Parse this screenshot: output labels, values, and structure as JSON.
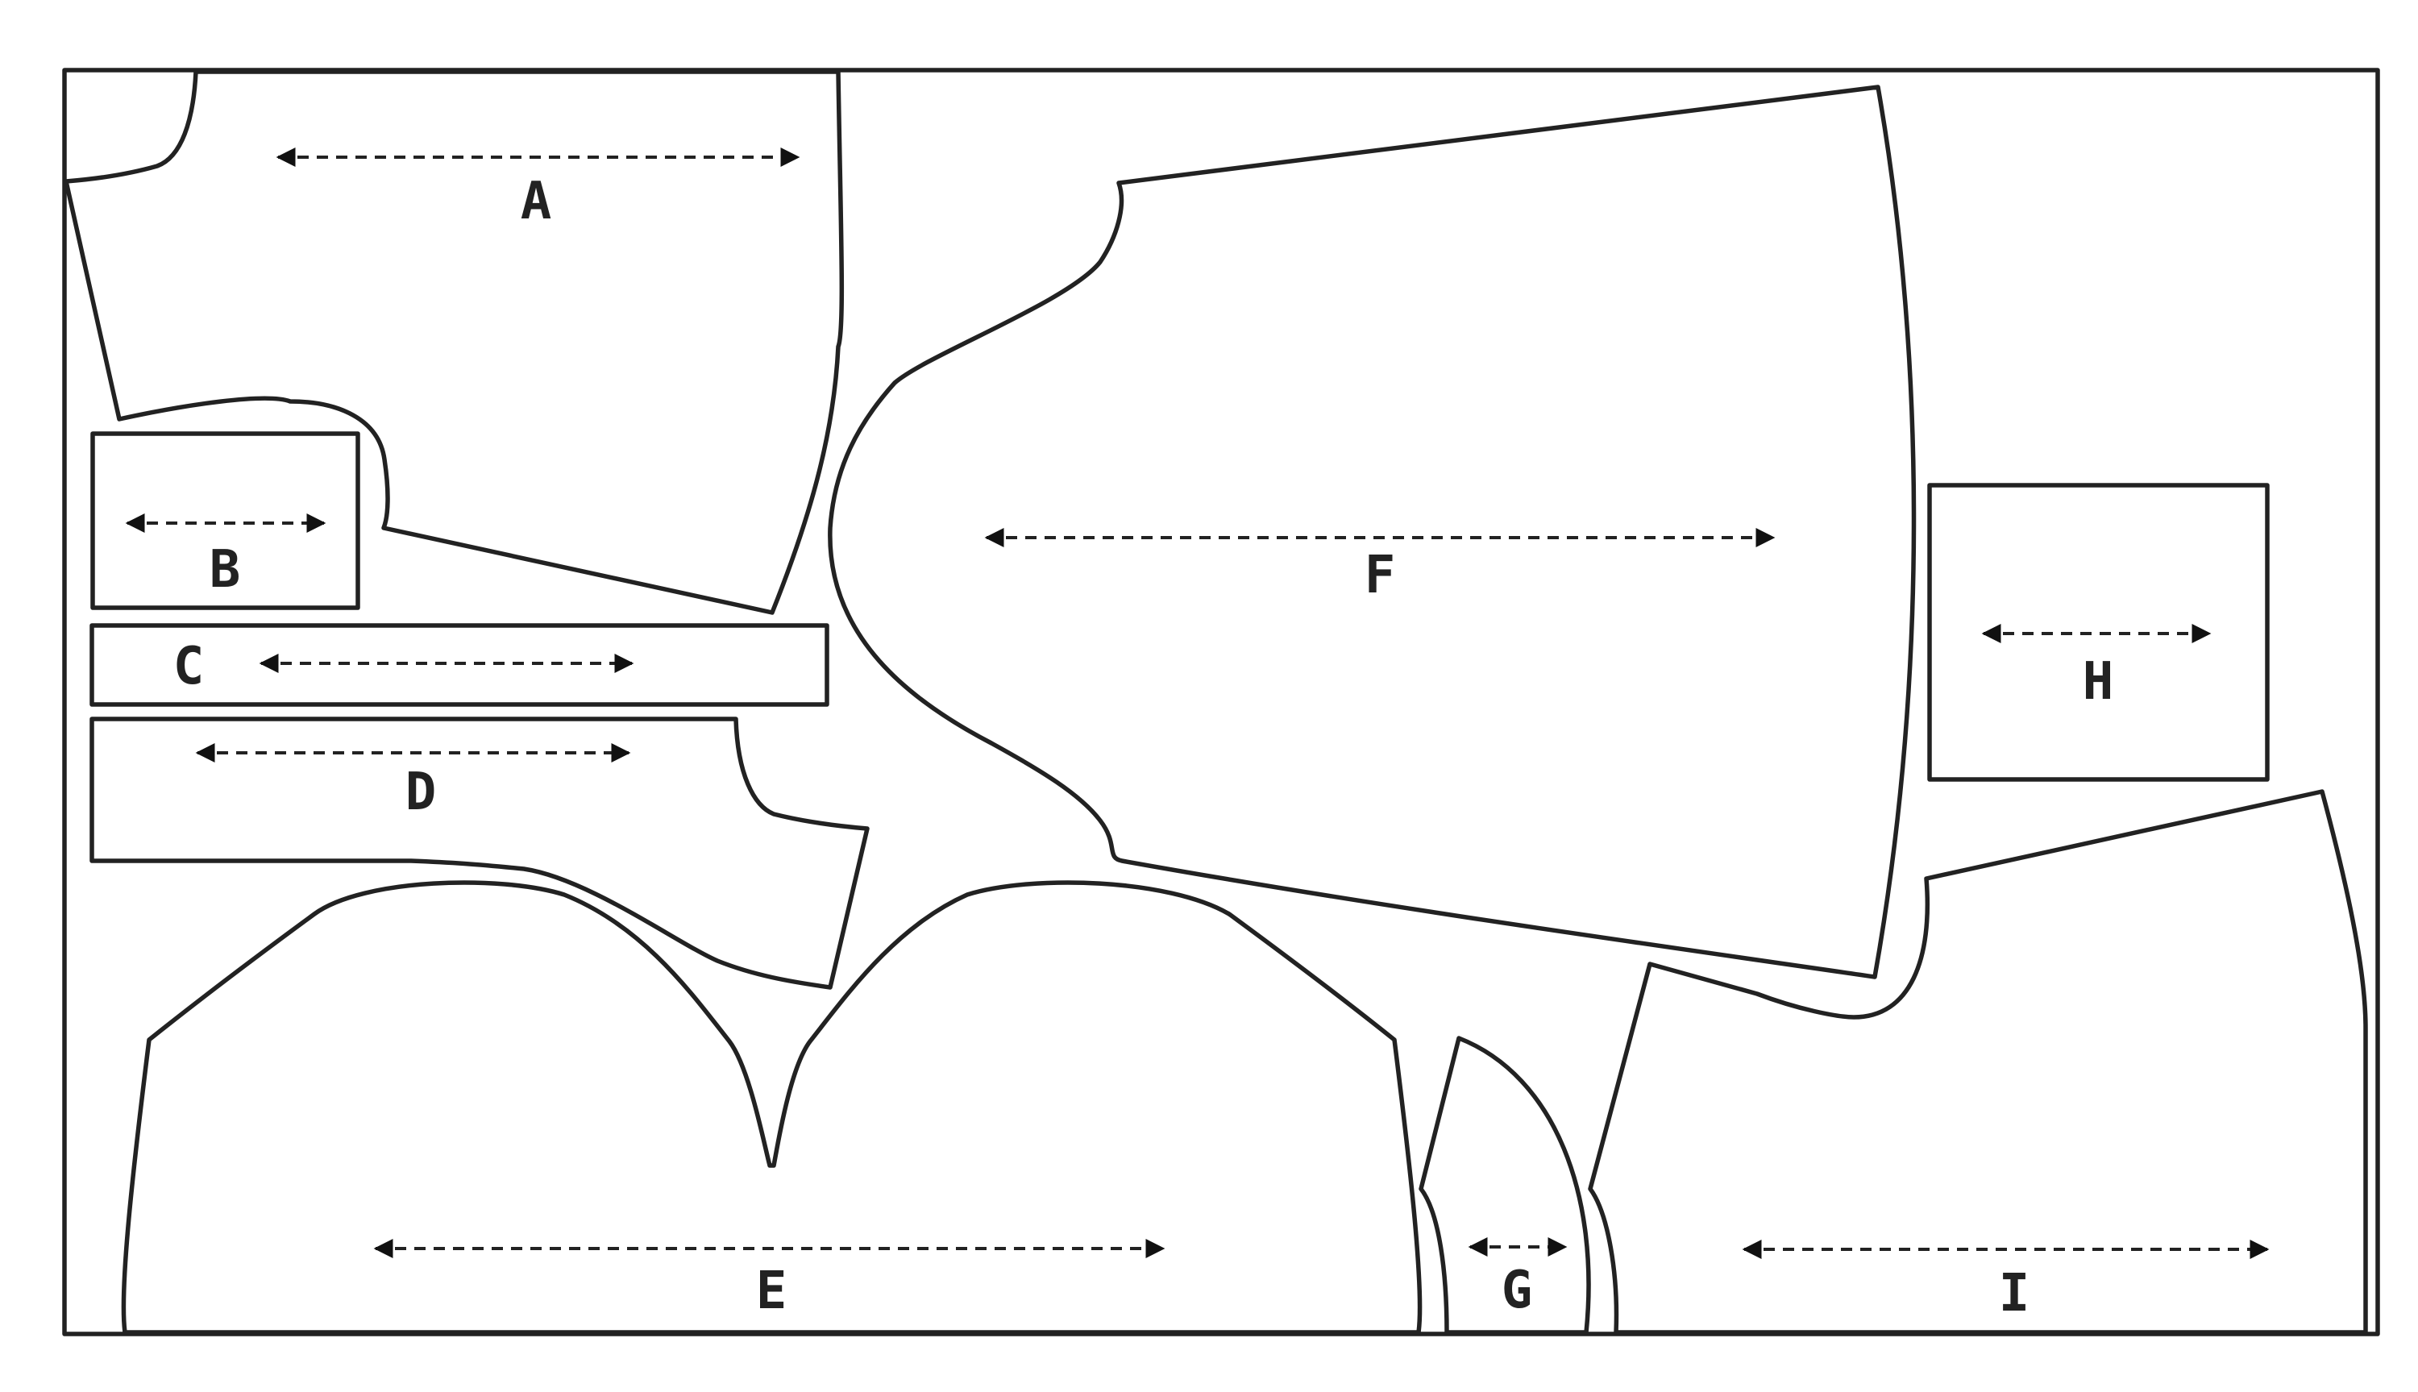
{
  "diagram": {
    "pieces": [
      {
        "id": "A",
        "label": "A"
      },
      {
        "id": "B",
        "label": "B"
      },
      {
        "id": "C",
        "label": "C"
      },
      {
        "id": "D",
        "label": "D"
      },
      {
        "id": "E",
        "label": "E"
      },
      {
        "id": "F",
        "label": "F"
      },
      {
        "id": "G",
        "label": "G"
      },
      {
        "id": "H",
        "label": "H"
      },
      {
        "id": "I",
        "label": "I"
      }
    ],
    "colors": {
      "stroke": "#222222",
      "arrow": "#111111",
      "background": "#ffffff"
    }
  }
}
